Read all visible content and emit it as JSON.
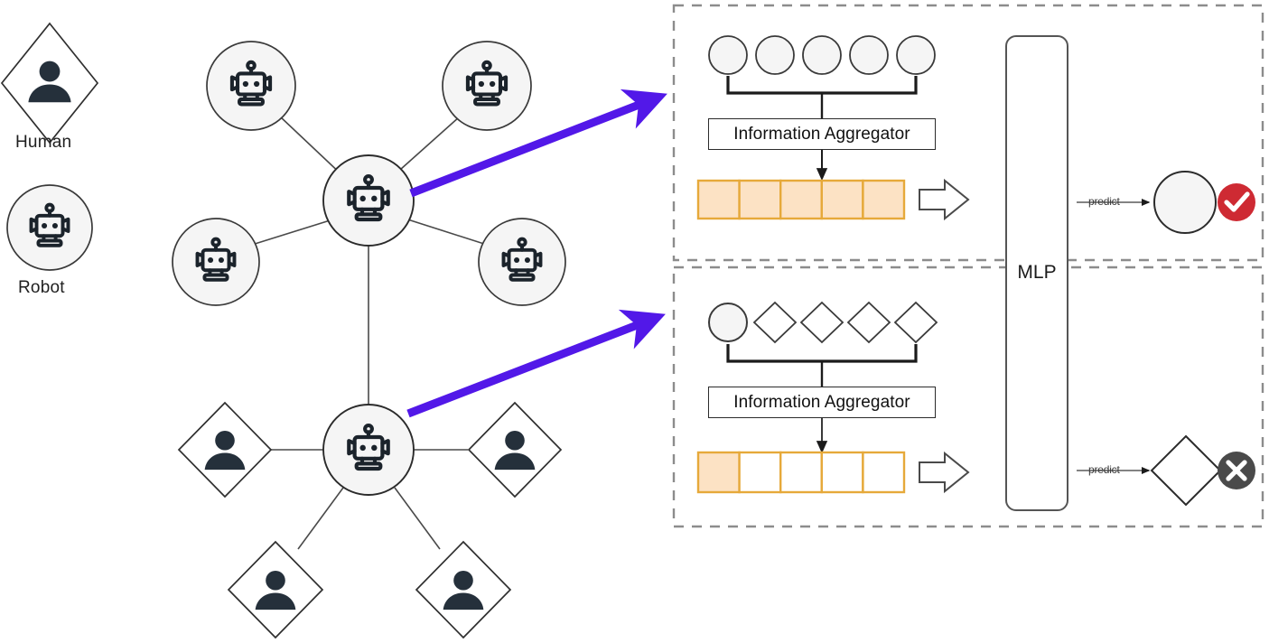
{
  "diagram": {
    "legend": {
      "items": [
        {
          "shape": "diamond",
          "icon": "person-icon",
          "label": "Human"
        },
        {
          "shape": "circle",
          "icon": "robot-icon",
          "label": "Robot"
        }
      ]
    },
    "graphs": {
      "robot_cluster": {
        "center": {
          "shape": "circle",
          "icon": "robot-icon"
        },
        "neighbors": [
          {
            "shape": "circle",
            "icon": "robot-icon"
          },
          {
            "shape": "circle",
            "icon": "robot-icon"
          },
          {
            "shape": "circle",
            "icon": "robot-icon"
          },
          {
            "shape": "circle",
            "icon": "robot-icon"
          }
        ]
      },
      "human_cluster": {
        "center": {
          "shape": "circle",
          "icon": "robot-icon"
        },
        "neighbors": [
          {
            "shape": "diamond",
            "icon": "person-icon"
          },
          {
            "shape": "diamond",
            "icon": "person-icon"
          },
          {
            "shape": "diamond",
            "icon": "person-icon"
          },
          {
            "shape": "diamond",
            "icon": "person-icon"
          }
        ]
      },
      "link_between_clusters": true
    },
    "panels": [
      {
        "id": "top-panel",
        "input_nodes": [
          {
            "shape": "circle"
          },
          {
            "shape": "circle"
          },
          {
            "shape": "circle"
          },
          {
            "shape": "circle"
          },
          {
            "shape": "circle"
          }
        ],
        "aggregator_label": "Information Aggregator",
        "feature_vector": {
          "cells": 5,
          "filled": [
            true,
            true,
            true,
            true,
            true
          ]
        },
        "prediction_arrow_label": "predict",
        "output_node": {
          "shape": "circle"
        },
        "status_badge": {
          "icon": "check-icon",
          "color": "#CE2A33"
        }
      },
      {
        "id": "bottom-panel",
        "input_nodes": [
          {
            "shape": "circle"
          },
          {
            "shape": "diamond"
          },
          {
            "shape": "diamond"
          },
          {
            "shape": "diamond"
          },
          {
            "shape": "diamond"
          }
        ],
        "aggregator_label": "Information Aggregator",
        "feature_vector": {
          "cells": 5,
          "filled": [
            true,
            false,
            false,
            false,
            false
          ]
        },
        "prediction_arrow_label": "predict",
        "output_node": {
          "shape": "diamond"
        },
        "status_badge": {
          "icon": "cross-icon",
          "color": "#4A4A4A"
        }
      }
    ],
    "mlp": {
      "label": "MLP"
    },
    "colors": {
      "arrow_purple": "#5218E8",
      "vector_fill": "#FCE2C4",
      "vector_stroke": "#E6A93A",
      "node_fill": "#F5F5F5",
      "node_stroke": "#3A3A3A",
      "icon_dark": "#25303B",
      "check_red": "#CE2A33",
      "cross_gray": "#4A4A4A",
      "dashed_gray": "#8C8C8C"
    }
  }
}
